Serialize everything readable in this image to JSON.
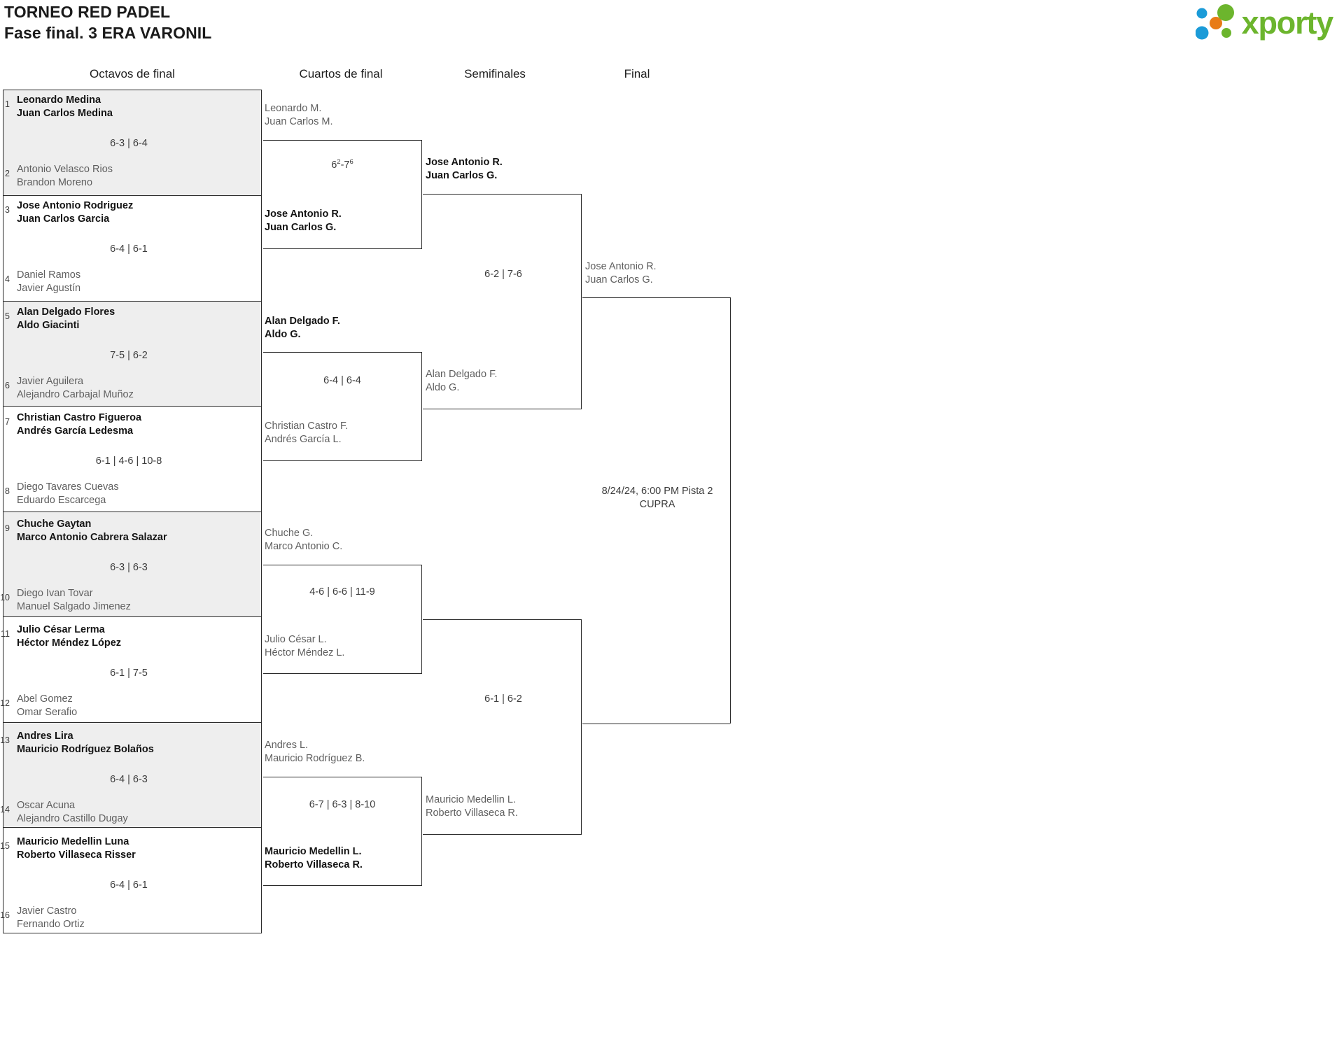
{
  "header": {
    "title_line1": "TORNEO RED PADEL",
    "title_line2": "Fase final. 3 ERA VARONIL",
    "brand_name": "xporty",
    "brand_colors": {
      "green": "#6cb52d",
      "blue": "#1b9bd8",
      "orange": "#e87b16"
    }
  },
  "rounds": [
    {
      "id": "r16",
      "label": "Octavos de final"
    },
    {
      "id": "qf",
      "label": "Cuartos de final"
    },
    {
      "id": "sf",
      "label": "Semifinales"
    },
    {
      "id": "f",
      "label": "Final"
    }
  ],
  "r16": {
    "matches": [
      {
        "top": {
          "seed": "1",
          "p1": "Leonardo Medina",
          "p2": "Juan Carlos Medina",
          "winner": true
        },
        "bottom": {
          "seed": "2",
          "p1": "Antonio Velasco Rios",
          "p2": "Brandon Moreno",
          "winner": false
        },
        "score": "6-3 | 6-4"
      },
      {
        "top": {
          "seed": "3",
          "p1": "Jose Antonio Rodriguez",
          "p2": "Juan Carlos Garcia",
          "winner": true
        },
        "bottom": {
          "seed": "4",
          "p1": "Daniel Ramos",
          "p2": "Javier Agustín",
          "winner": false
        },
        "score": "6-4 | 6-1"
      },
      {
        "top": {
          "seed": "5",
          "p1": "Alan Delgado Flores",
          "p2": "Aldo Giacinti",
          "winner": true
        },
        "bottom": {
          "seed": "6",
          "p1": "Javier Aguilera",
          "p2": "Alejandro Carbajal Muñoz",
          "winner": false
        },
        "score": "7-5 | 6-2"
      },
      {
        "top": {
          "seed": "7",
          "p1": "Christian Castro Figueroa",
          "p2": "Andrés García Ledesma",
          "winner": true
        },
        "bottom": {
          "seed": "8",
          "p1": "Diego Tavares Cuevas",
          "p2": "Eduardo Escarcega",
          "winner": false
        },
        "score": "6-1 | 4-6 | 10-8"
      },
      {
        "top": {
          "seed": "9",
          "p1": "Chuche Gaytan",
          "p2": "Marco Antonio Cabrera Salazar",
          "winner": true
        },
        "bottom": {
          "seed": "10",
          "p1": "Diego Ivan Tovar",
          "p2": "Manuel Salgado Jimenez",
          "winner": false
        },
        "score": "6-3 | 6-3"
      },
      {
        "top": {
          "seed": "11",
          "p1": "Julio César Lerma",
          "p2": "Héctor Méndez López",
          "winner": true
        },
        "bottom": {
          "seed": "12",
          "p1": "Abel Gomez",
          "p2": "Omar Serafio",
          "winner": false
        },
        "score": "6-1 | 7-5"
      },
      {
        "top": {
          "seed": "13",
          "p1": "Andres Lira",
          "p2": "Mauricio Rodríguez Bolaños",
          "winner": true
        },
        "bottom": {
          "seed": "14",
          "p1": "Oscar Acuna",
          "p2": "Alejandro Castillo Dugay",
          "winner": false
        },
        "score": "6-4 | 6-3"
      },
      {
        "top": {
          "seed": "15",
          "p1": "Mauricio Medellin Luna",
          "p2": "Roberto Villaseca Risser",
          "winner": true
        },
        "bottom": {
          "seed": "16",
          "p1": "Javier Castro",
          "p2": "Fernando Ortiz",
          "winner": false
        },
        "score": "6-4 | 6-1"
      }
    ]
  },
  "qf": {
    "matches": [
      {
        "top": {
          "p1": "Leonardo M.",
          "p2": "Juan Carlos M.",
          "winner": false
        },
        "bottom": {
          "p1": "Jose Antonio R.",
          "p2": "Juan Carlos G.",
          "winner": true
        },
        "score_html": "6<sup>2</sup>-7<sup>6</sup>",
        "score": "62-76"
      },
      {
        "top": {
          "p1": "Alan Delgado F.",
          "p2": "Aldo G.",
          "winner": true
        },
        "bottom": {
          "p1": "Christian Castro F.",
          "p2": "Andrés García L.",
          "winner": false
        },
        "score": "6-4 | 6-4"
      },
      {
        "top": {
          "p1": "Chuche G.",
          "p2": "Marco Antonio C.",
          "winner": false
        },
        "bottom": {
          "p1": "Julio César L.",
          "p2": "Héctor Méndez L.",
          "winner": false
        },
        "score": "4-6 | 6-6 | 11-9"
      },
      {
        "top": {
          "p1": "Andres L.",
          "p2": "Mauricio Rodríguez B.",
          "winner": false
        },
        "bottom": {
          "p1": "Mauricio Medellin L.",
          "p2": "Roberto Villaseca R.",
          "winner": true
        },
        "score": "6-7 | 6-3 | 8-10"
      }
    ]
  },
  "sf": {
    "matches": [
      {
        "top": {
          "p1": "Jose Antonio R.",
          "p2": "Juan Carlos G.",
          "winner": true
        },
        "bottom": {
          "p1": "Alan Delgado F.",
          "p2": "Aldo G.",
          "winner": false
        },
        "score": "6-2 | 7-6"
      },
      {
        "top": {
          "p1": "Mauricio Medellin L.",
          "p2": "Roberto Villaseca R.",
          "winner": false
        },
        "score": "6-1 | 6-2"
      }
    ]
  },
  "final": {
    "entrant": {
      "p1": "Jose Antonio R.",
      "p2": "Juan Carlos G.",
      "winner": false
    },
    "schedule_line1": "8/24/24, 6:00 PM Pista 2",
    "schedule_line2": "CUPRA"
  }
}
